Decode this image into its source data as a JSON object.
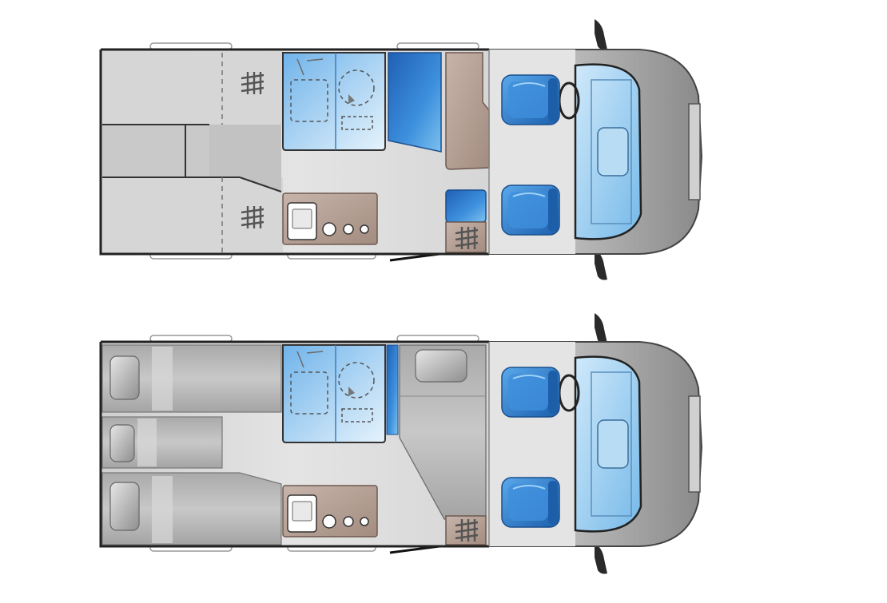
{
  "figure": {
    "kind": "campervan-floor-plans",
    "layouts": [
      {
        "id": "layout-day",
        "rear": "lounge-seating-converts-to-bed",
        "wet_room": "washroom-with-toilet-and-shower",
        "kitchen": "sink-and-three-burner-hob",
        "cab": "two-swivel-seats"
      },
      {
        "id": "layout-night",
        "rear": "three-single-beds-with-pillows",
        "wet_room": "washroom-with-toilet-and-shower",
        "kitchen": "sink-and-three-burner-hob",
        "cab": "two-swivel-seats"
      }
    ]
  },
  "colors": {
    "floor": "#d9d9d9",
    "lounge": "#c9c9c9",
    "wall": "#222222",
    "wetroom": "#a9d3f2",
    "seat_blue": "#2f7fd0",
    "wood": "#b9a49a",
    "cab_body": "#b3b3b3",
    "windshield": "#9fd0ef"
  },
  "icons": [
    "heater-vent-icon",
    "sink-icon",
    "hob-icon",
    "toilet-icon",
    "shower-icon",
    "pillow-icon",
    "seat-icon",
    "steering-wheel-icon",
    "mirror-icon"
  ]
}
